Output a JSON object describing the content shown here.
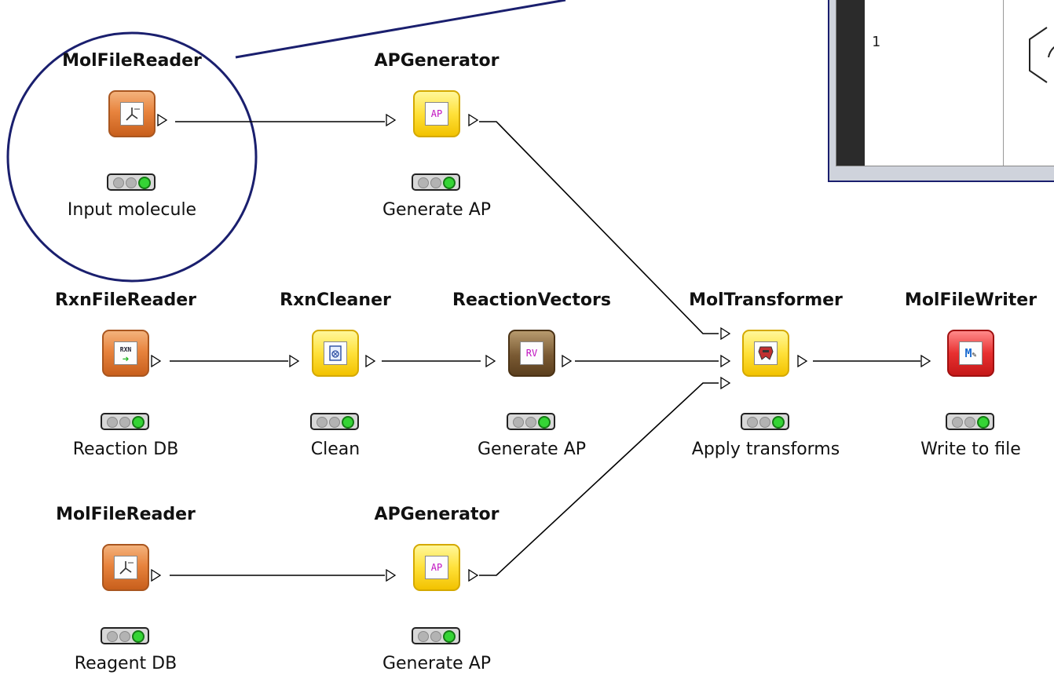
{
  "nodes": [
    {
      "id": "molreader1",
      "title": "MolFileReader",
      "label": "Input molecule",
      "icon": "mol-reader-icon",
      "color": "orange"
    },
    {
      "id": "apgen1",
      "title": "APGenerator",
      "label": "Generate AP",
      "icon": "ap-icon",
      "color": "yellow",
      "icon_text": "AP"
    },
    {
      "id": "rxnreader",
      "title": "RxnFileReader",
      "label": "Reaction DB",
      "icon": "rxn-reader-icon",
      "color": "orange",
      "icon_text": "RXN"
    },
    {
      "id": "rxncleaner",
      "title": "RxnCleaner",
      "label": "Clean",
      "icon": "cleaner-icon",
      "color": "yellow"
    },
    {
      "id": "rxnvectors",
      "title": "ReactionVectors",
      "label": "Generate AP",
      "icon": "rv-icon",
      "color": "brown",
      "icon_text": "RV"
    },
    {
      "id": "moltransformer",
      "title": "MolTransformer",
      "label": "Apply transforms",
      "icon": "transformer-icon",
      "color": "yellow"
    },
    {
      "id": "molwriter",
      "title": "MolFileWriter",
      "label": "Write to file",
      "icon": "mol-writer-icon",
      "color": "red",
      "icon_text": "M"
    },
    {
      "id": "molreader2",
      "title": "MolFileReader",
      "label": "Reagent DB",
      "icon": "mol-reader-icon",
      "color": "orange"
    },
    {
      "id": "apgen2",
      "title": "APGenerator",
      "label": "Generate AP",
      "icon": "ap-icon",
      "color": "yellow",
      "icon_text": "AP"
    }
  ],
  "inset": {
    "row_number": "1"
  },
  "colors": {
    "highlight_circle": "#1a1f6e",
    "link": "#000000",
    "status_green": "#35d435"
  }
}
